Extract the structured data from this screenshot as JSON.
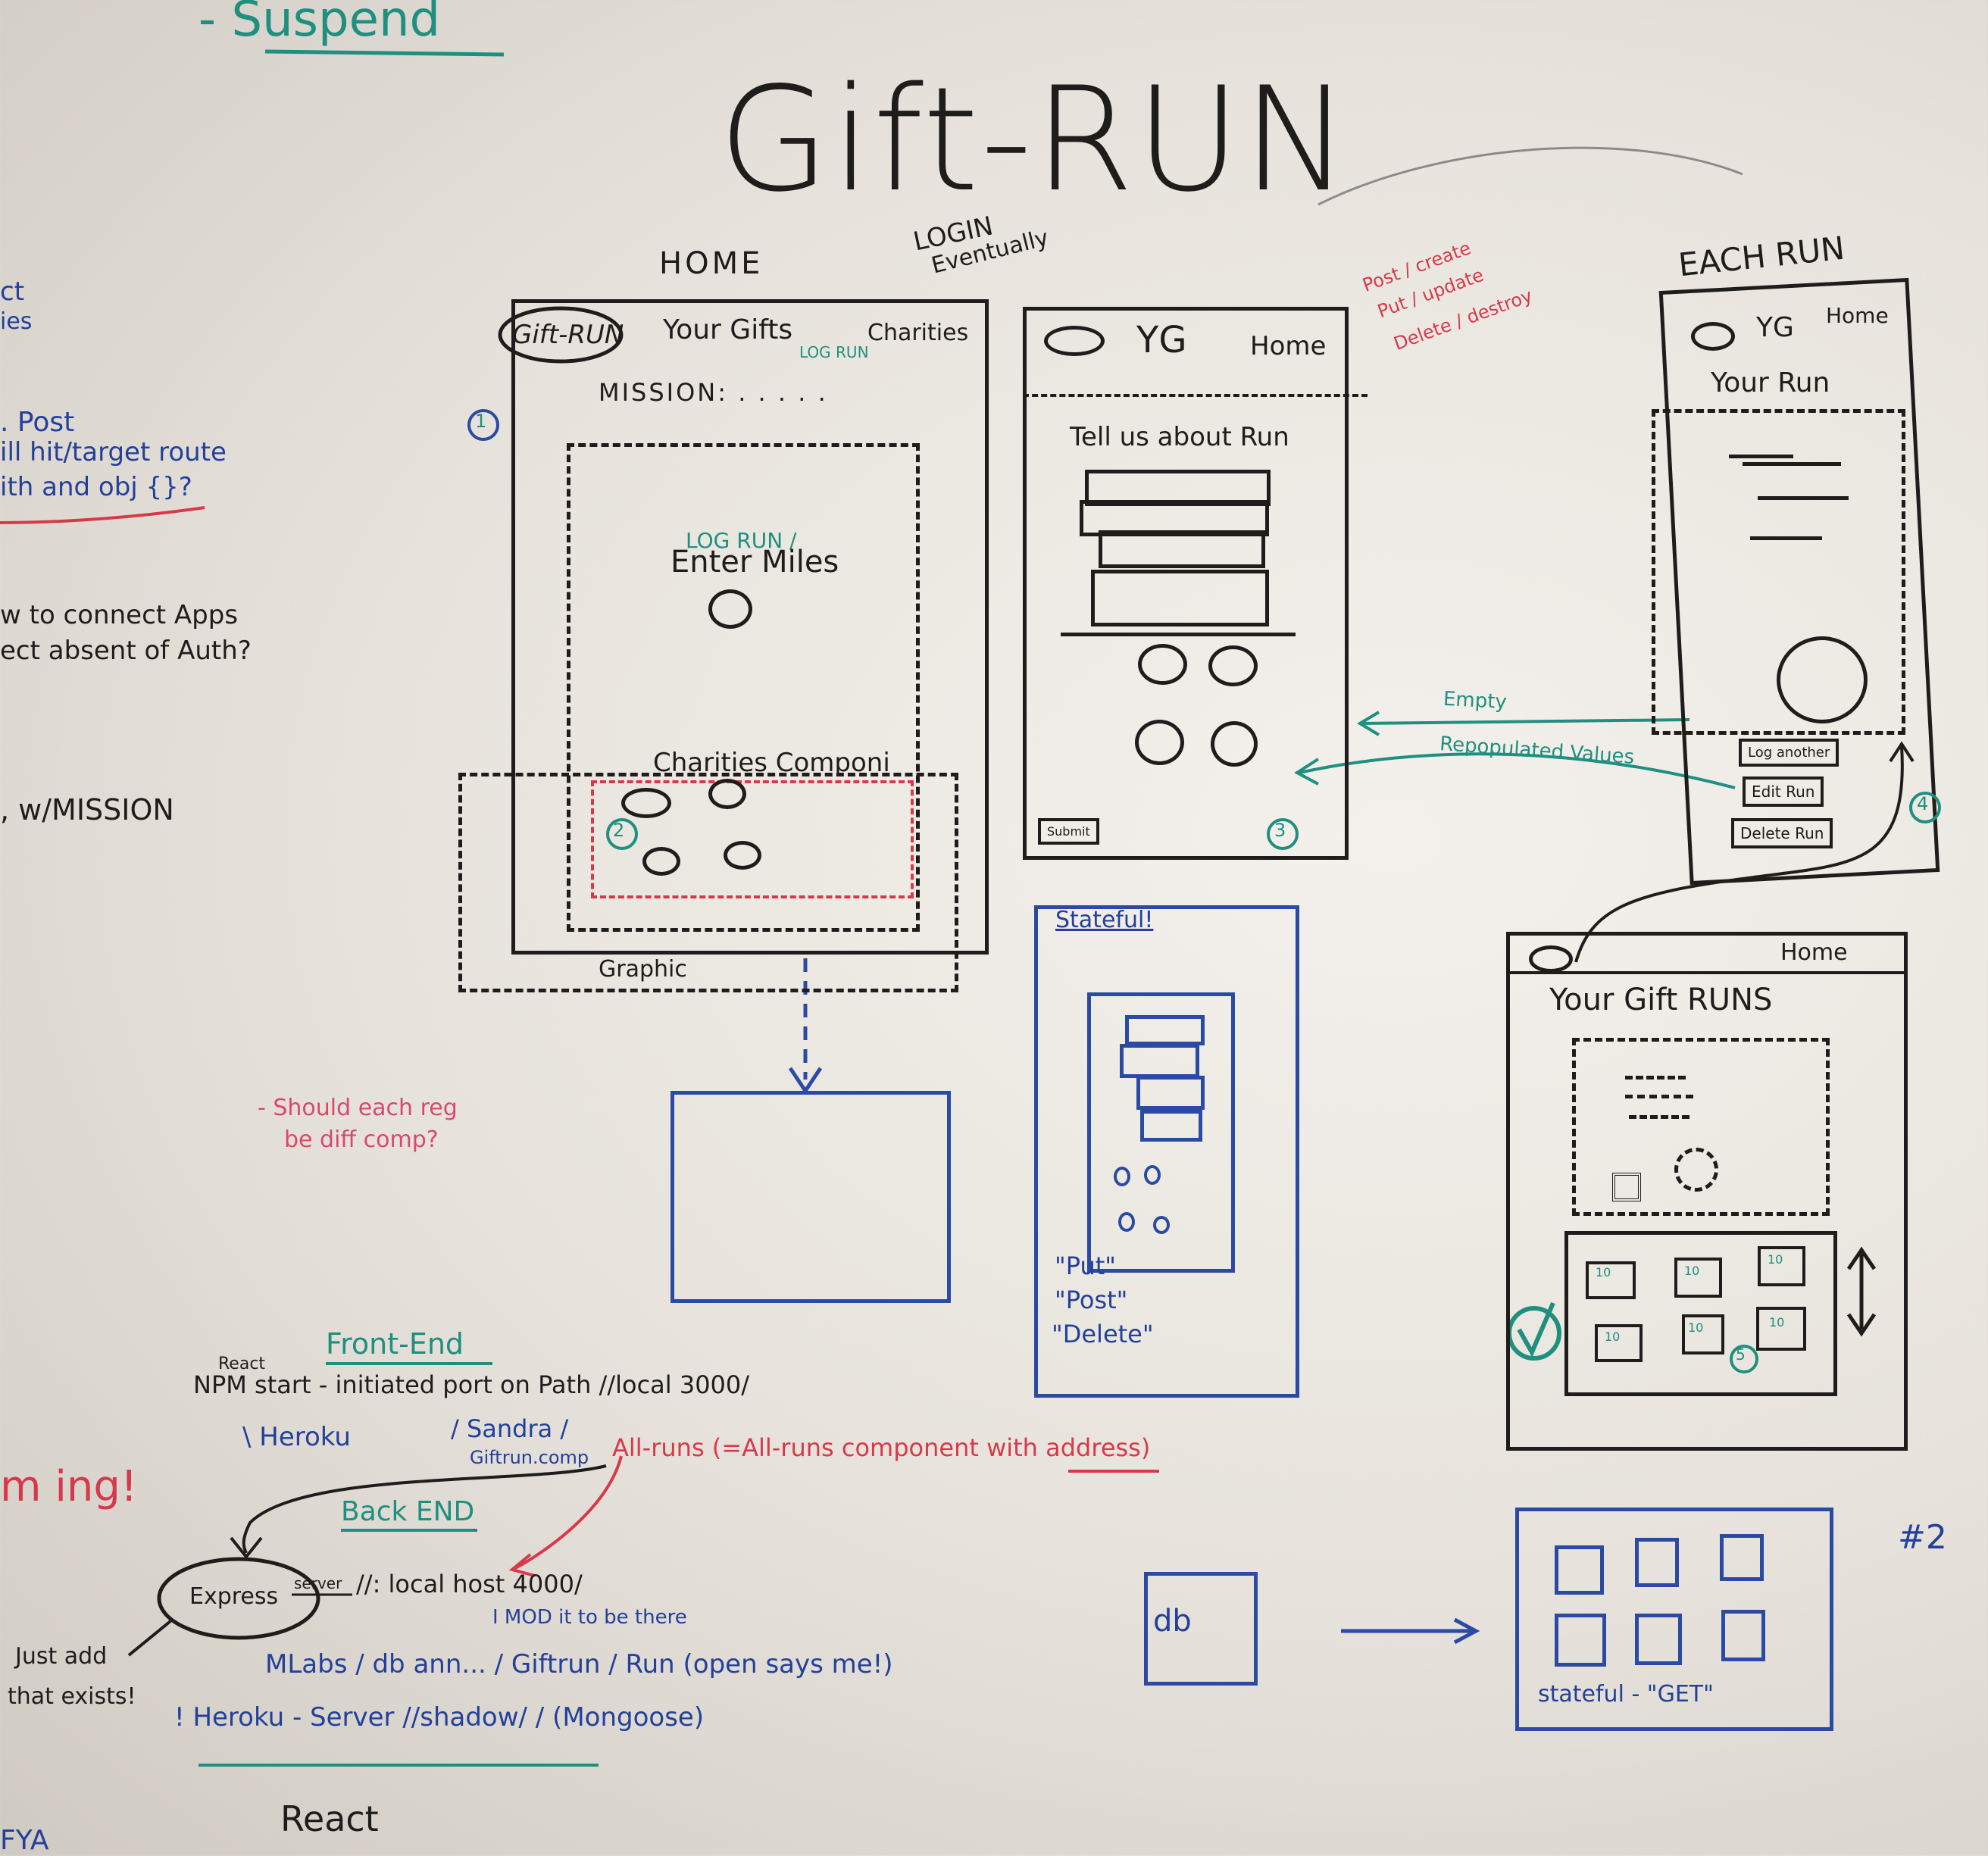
{
  "title": "Gift-RUN",
  "top_left": {
    "suspend": "- Suspend"
  },
  "left_margin": {
    "line1": "ct",
    "line2": "ies",
    "post": ". Post",
    "hit_target": "ill hit/target route",
    "with_obj": "ith and obj {}?",
    "connect_apps": "w to connect Apps",
    "absent_auth": "ect absent of Auth?",
    "w_mission": ", w/MISSION",
    "ming": "m ing!",
    "fya": "FYA"
  },
  "home_screen": {
    "label": "HOME",
    "nav_logo": "Gift-RUN",
    "nav_gifts": "Your Gifts",
    "nav_charities": "Charities",
    "nav_logrun": "LOG RUN",
    "login_note": "LOGIN",
    "eventually": "Eventually",
    "mission": "MISSION: . . . . .",
    "log_run": "LOG RUN /",
    "enter_miles": "Enter Miles",
    "charities_component": "Charities Componi",
    "graphic": "Graphic",
    "num1": "1",
    "num2": "2"
  },
  "log_screen": {
    "nav_yg": "YG",
    "nav_home": "Home",
    "heading": "Tell us about Run",
    "submit": "Submit",
    "num3": "3"
  },
  "crud_note": {
    "post": "Post / create",
    "put": "Put / update",
    "delete": "Delete / destroy"
  },
  "each_run": {
    "label": "EACH RUN",
    "nav_yg": "YG",
    "nav_home": "Home",
    "heading": "Your Run",
    "btn1": "Log another",
    "btn2": "Edit Run",
    "btn3": "Delete Run",
    "num4": "4",
    "empty": "Empty",
    "repopulated": "Repopulated Values"
  },
  "gift_runs_screen": {
    "nav_home": "Home",
    "heading": "Your Gift RUNS",
    "tile_label": "10",
    "num5": "5"
  },
  "stateful_screen": {
    "title": "Stateful!",
    "put": "\"Put\"",
    "post": "\"Post\"",
    "delete": "\"Delete\""
  },
  "should_note": {
    "line1": "- Should each reg",
    "line2": "be diff comp?"
  },
  "db_box": "db",
  "stateful_get": "stateful - \"GET\"",
  "number2": "#2",
  "backend_notes": {
    "front_end": "Front-End",
    "react": "React",
    "npm_start": "NPM start - initiated port on Path //local 3000/",
    "heroku": "\\ Heroku",
    "sandra": "/ Sandra /",
    "giftrun_comp": "Giftrun.comp",
    "all_runs": "All-runs (=All-runs component with address)",
    "back_end": "Back END",
    "express": "Express",
    "server": "server",
    "localhost": "//: local host 4000/",
    "mod_it": "I MOD it to be there",
    "mlabs": "MLabs / db ann... / Giftrun / Run (open says me!)",
    "heroku_server": "! Heroku - Server //shadow/ / (Mongoose)",
    "just_add": "Just add",
    "that_exists": "that exists!",
    "react_bottom": "React"
  }
}
